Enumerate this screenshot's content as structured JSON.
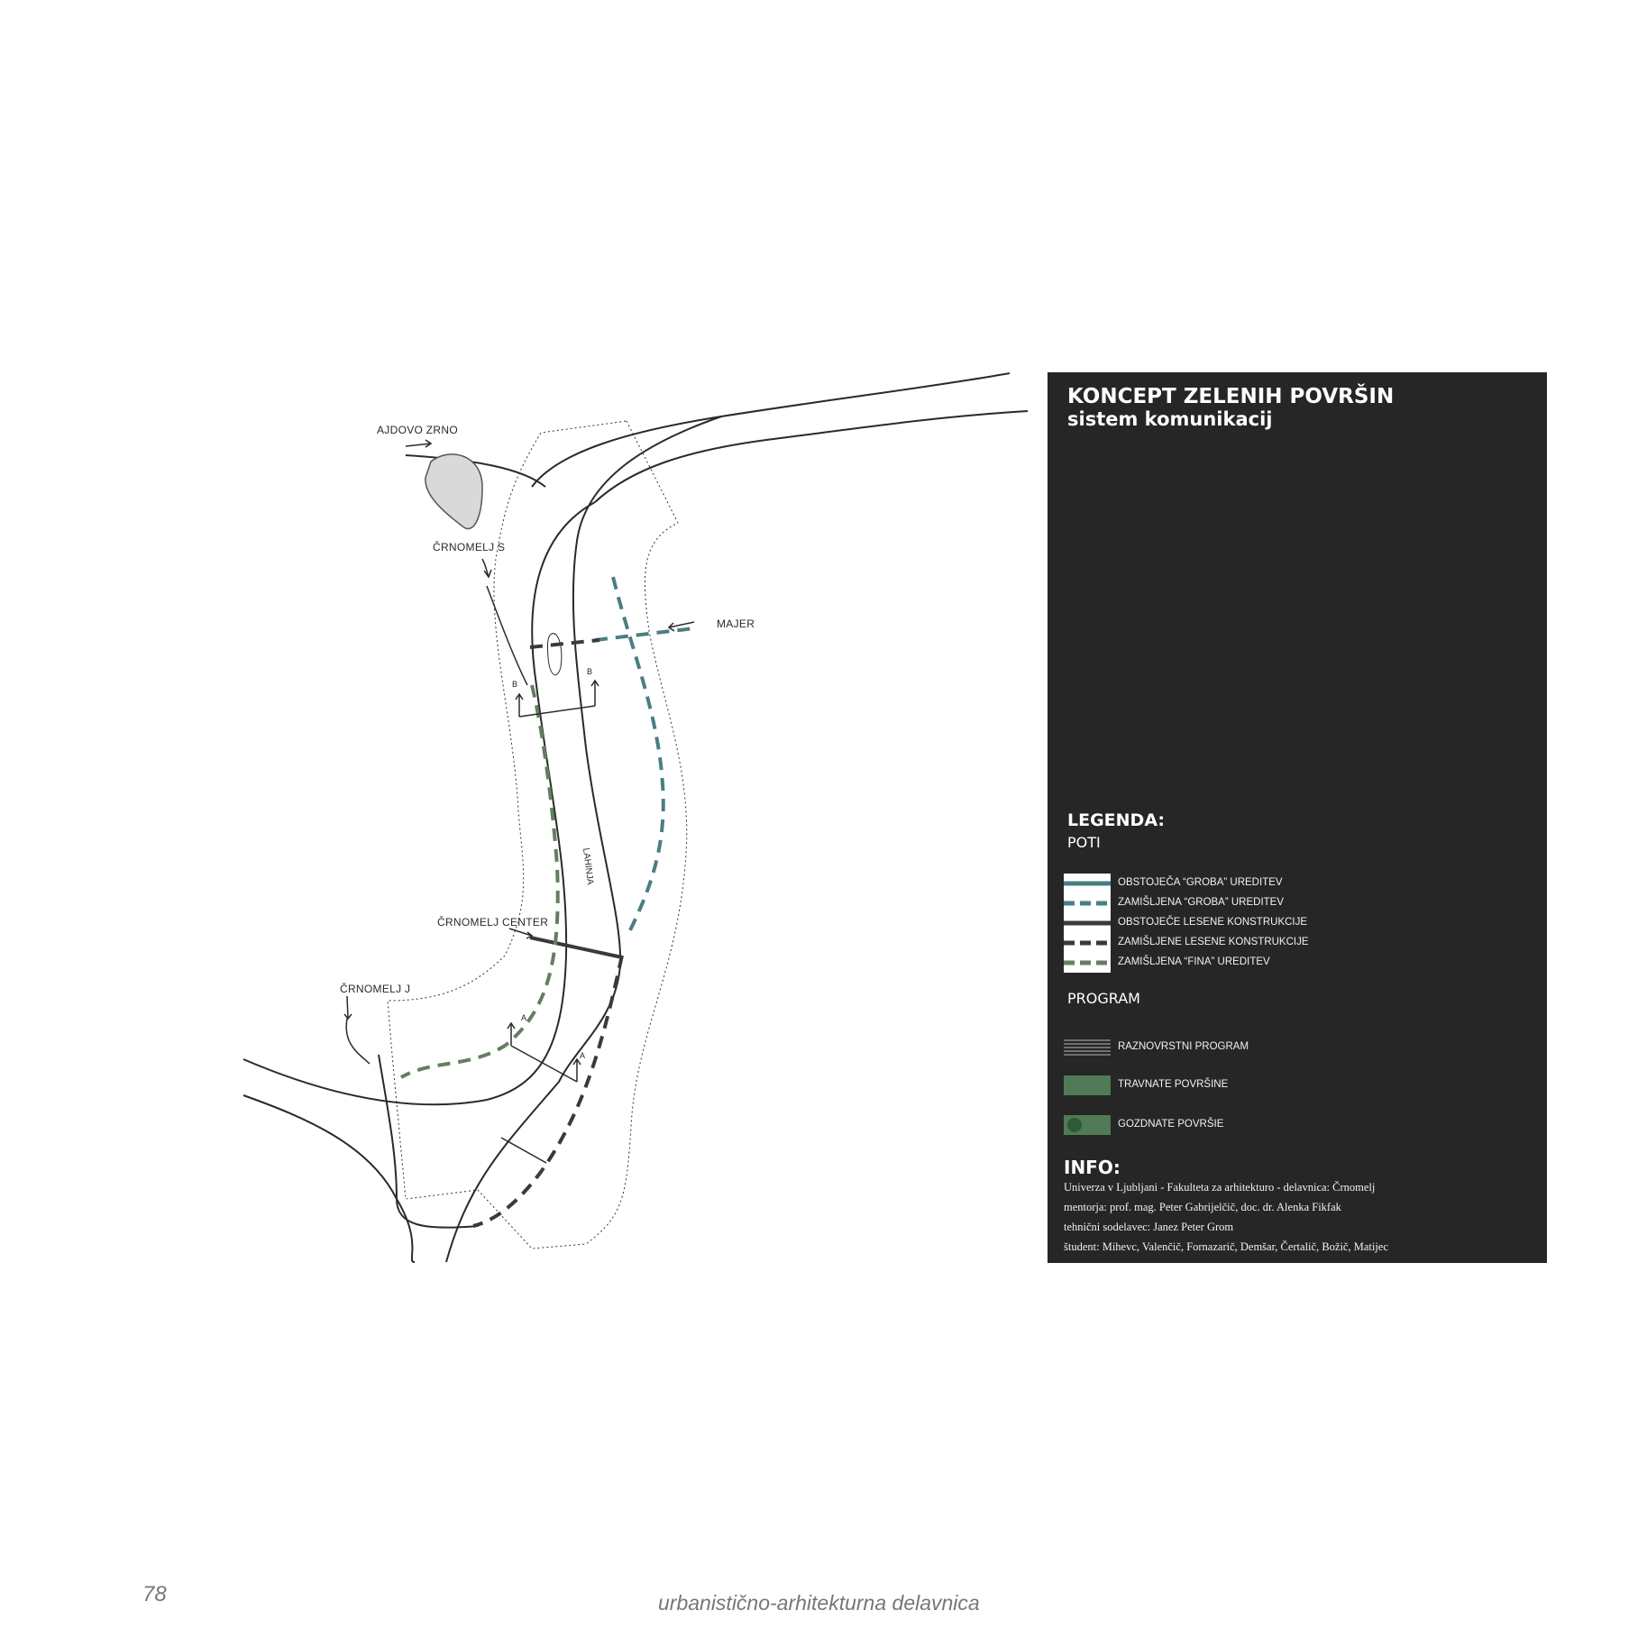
{
  "map": {
    "labels": {
      "ajdovo_zrno": "AJDOVO ZRNO",
      "crnomelj_s": "ČRNOMELJ S",
      "majer": "MAJER",
      "lahinja": "LAHINJA",
      "crnomelj_center": "ČRNOMELJ CENTER",
      "crnomelj_j": "ČRNOMELJ J",
      "section_b": "B",
      "section_a": "A"
    },
    "colors": {
      "outline": "#2a2a2a",
      "blue_path": "#4a7f82",
      "green_path": "#637f5f",
      "wooden": "#3a3a3a",
      "hill_fill": "#d9d9d9"
    }
  },
  "panel": {
    "title": "KONCEPT ZELENIH POVRŠIN",
    "subtitle": "sistem komunikacij",
    "legend_heading": "LEGENDA:",
    "legend_sub": "POTI",
    "paths": [
      {
        "label": "obstoječa “groba” ureditev",
        "color": "#4a7f82",
        "style": "solid"
      },
      {
        "label": "zamišljena “groba” ureditev",
        "color": "#4a7f82",
        "style": "dashed"
      },
      {
        "label": "obstoječe lesene konstrukcije",
        "color": "#3a3a3a",
        "style": "solid"
      },
      {
        "label": "zamišljene lesene konstrukcije",
        "color": "#3a3a3a",
        "style": "dashed"
      },
      {
        "label": "zamišljena “fina” ureditev",
        "color": "#637f5f",
        "style": "dashed"
      }
    ],
    "program_heading": "PROGRAM",
    "program": [
      {
        "label": "raznovrstni program",
        "swatch": "stripes"
      },
      {
        "label": "travnate površine",
        "swatch": "green"
      },
      {
        "label": "gozdnate površie",
        "swatch": "forest"
      }
    ],
    "info_heading": "INFO:",
    "info_lines": [
      "Univerza v Ljubljani - Fakulteta za arhitekturo - delavnica: Črnomelj",
      "mentorja: prof. mag. Peter Gabrijelčič, doc. dr. Alenka Fikfak",
      "tehnični sodelavec: Janez Peter Grom",
      "študent: Mihevc, Valenčič, Fornazarič, Demšar, Čertalič, Božič, Matijec"
    ]
  },
  "footer": {
    "page_number": "78",
    "title": "urbanistično-arhitekturna delavnica"
  }
}
